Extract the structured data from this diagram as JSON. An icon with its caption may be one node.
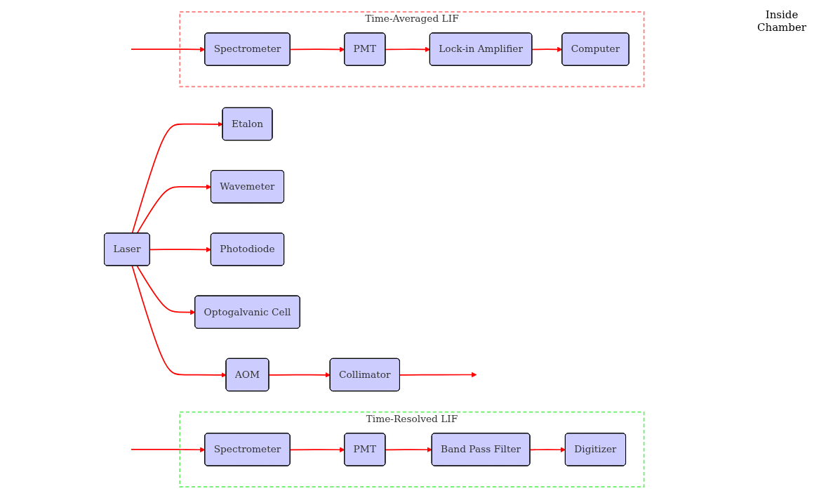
{
  "diagram": {
    "nodes": [
      {
        "text": [
          "Laser"
        ]
      },
      {
        "text": [
          "Etalon"
        ]
      },
      {
        "text": [
          "Wavemeter"
        ]
      },
      {
        "text": [
          "Photodiode"
        ]
      },
      {
        "text": [
          "Optogalvanic Cell"
        ]
      },
      {
        "text": [
          "AOM"
        ]
      },
      {
        "text": [
          "Collimator"
        ]
      },
      {
        "text": [
          "Time-Resolved LIF"
        ]
      },
      {
        "text": [
          "Digitizer"
        ],
        "in": 7
      },
      {
        "text": [
          "Band Pass Filter"
        ],
        "in": 7
      },
      {
        "text": [
          "PMT"
        ],
        "in": 7
      },
      {
        "text": [
          "Spectrometer"
        ],
        "in": 7
      },
      {
        "text": [
          "Time-Averaged LIF"
        ]
      },
      {
        "text": [
          "Computer"
        ],
        "in": 12
      },
      {
        "text": [
          "Lock-in Amplifier"
        ],
        "in": 12
      },
      {
        "text": [
          "PMT"
        ],
        "in": 12
      },
      {
        "text": [
          "Spectrometer"
        ],
        "in": 12
      }
    ],
    "edges": [
      {
        "from": 0,
        "to": 1,
        "arrow": "to"
      },
      {
        "from": 0,
        "to": 2,
        "arrow": "to"
      },
      {
        "from": 0,
        "to": 3,
        "arrow": "to"
      },
      {
        "from": 0,
        "to": 4,
        "arrow": "to"
      },
      {
        "from": 0,
        "to": 5,
        "arrow": "to"
      },
      {
        "from": 5,
        "to": 6,
        "arrow": "to"
      },
      {
        "from": 6,
        "to": null,
        "arrow": "to"
      },
      {
        "from": null,
        "to": 11,
        "arrow": "to"
      },
      {
        "from": 11,
        "to": 10,
        "arrow": "to"
      },
      {
        "from": 10,
        "to": 9,
        "arrow": "to"
      },
      {
        "from": 9,
        "to": 8,
        "arrow": "to"
      },
      {
        "from": null,
        "to": 16,
        "arrow": "to"
      },
      {
        "from": 16,
        "to": 15,
        "arrow": "to"
      },
      {
        "from": 15,
        "to": 14,
        "arrow": "to"
      },
      {
        "from": 14,
        "to": 13,
        "arrow": "to"
      }
    ],
    "labels": [
      "Inside Chamber"
    ]
  }
}
